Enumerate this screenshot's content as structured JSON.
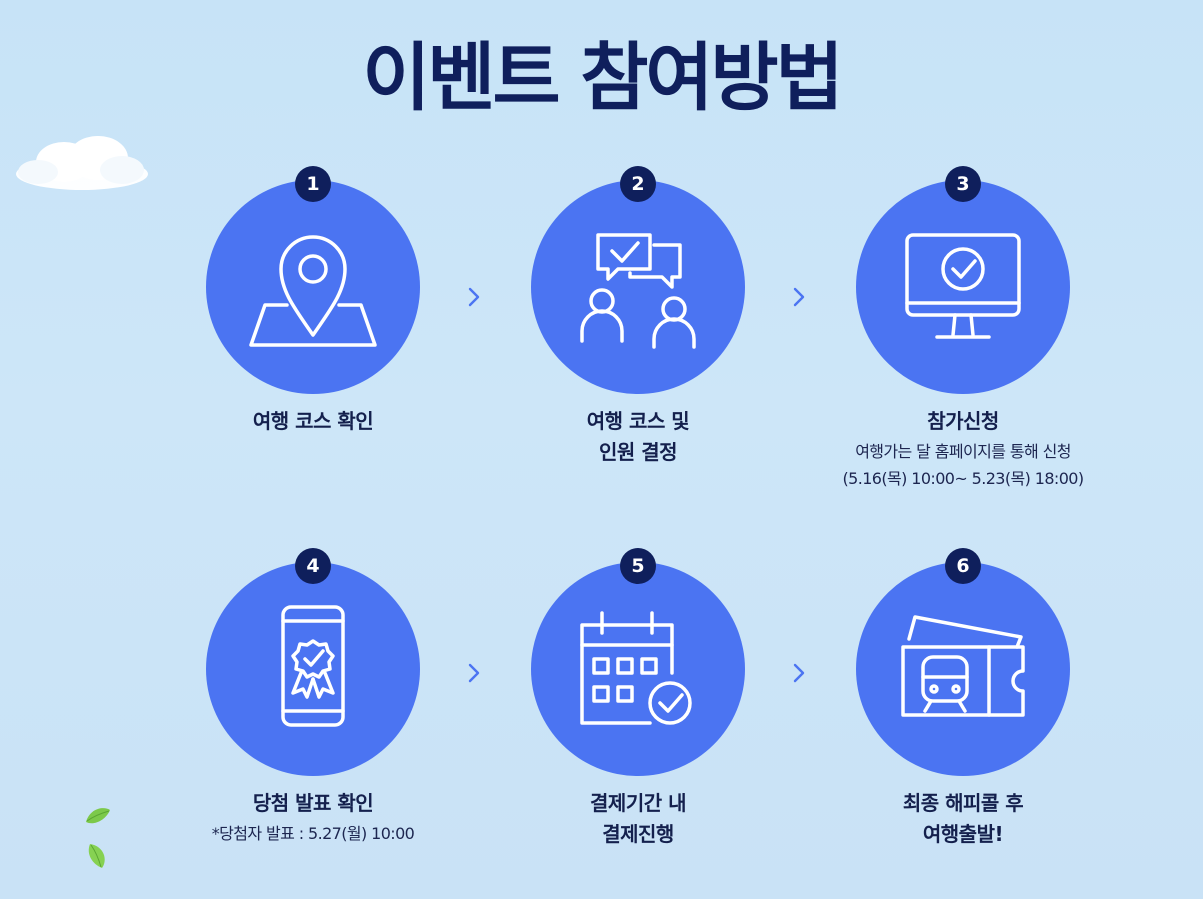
{
  "title": "이벤트 참여방법",
  "steps": [
    {
      "number": "1",
      "label_line1": "여행 코스 확인",
      "label_line2": "",
      "icon": "map-pin-icon"
    },
    {
      "number": "2",
      "label_line1": "여행 코스 및",
      "label_line2": "인원 결정",
      "icon": "people-chat-icon"
    },
    {
      "number": "3",
      "label_line1": "참가신청",
      "label_line2": "",
      "sub_line1": "여행가는 달 홈페이지를 통해 신청",
      "sub_line2": "(5.16(목) 10:00~ 5.23(목) 18:00)",
      "icon": "monitor-check-icon"
    },
    {
      "number": "4",
      "label_line1": "당첨 발표 확인",
      "label_line2": "",
      "sub_line1": "*당첨자 발표 : 5.27(월) 10:00",
      "icon": "phone-badge-icon"
    },
    {
      "number": "5",
      "label_line1": "결제기간 내",
      "label_line2": "결제진행",
      "icon": "calendar-check-icon"
    },
    {
      "number": "6",
      "label_line1": "최종 해피콜 후",
      "label_line2": "여행출발!",
      "icon": "train-ticket-icon"
    }
  ],
  "colors": {
    "circle": "#4b74f2",
    "badge": "#0f1f5c",
    "title": "#0f1f5c",
    "arrow": "#4b74f2"
  }
}
